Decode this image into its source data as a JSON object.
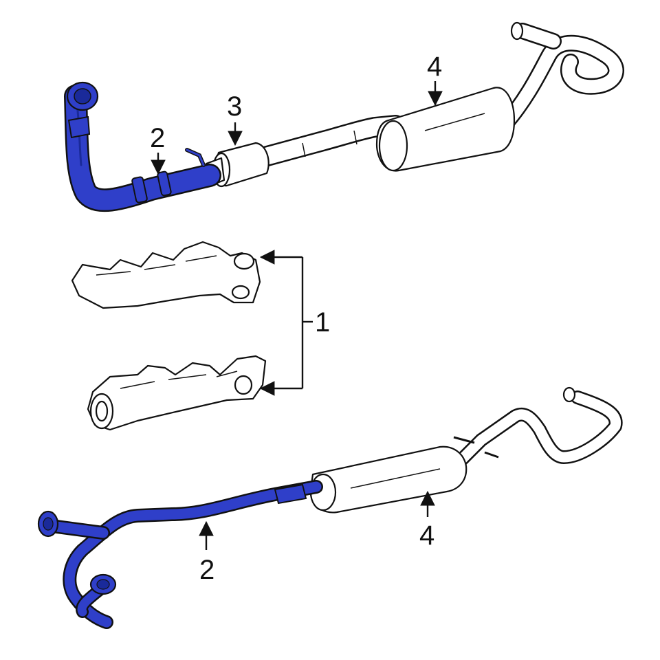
{
  "colors": {
    "highlight": "#2f3fc9",
    "highlight_dark": "#1a2a9a",
    "line": "#111111",
    "background": "#ffffff"
  },
  "callouts": {
    "manifold": "1",
    "pipe_top": "2",
    "pipe_bottom": "2",
    "converter": "3",
    "muffler_top": "4",
    "muffler_bottom": "4"
  }
}
